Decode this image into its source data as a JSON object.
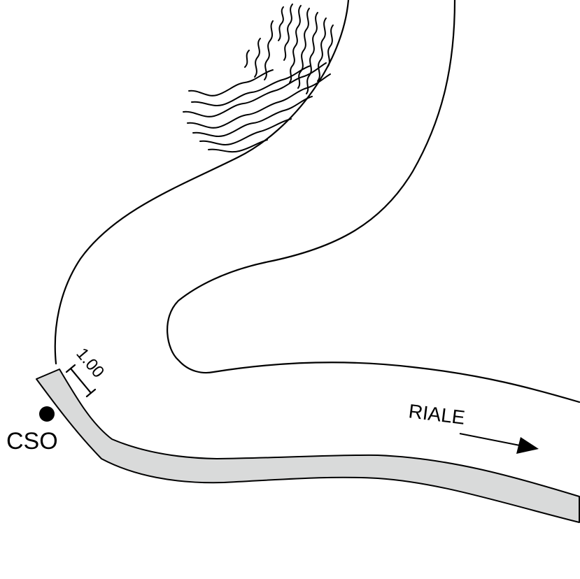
{
  "labels": {
    "stream_name": "RIALE",
    "outfall": "CSO",
    "dimension": "1.00"
  },
  "colors": {
    "line": "#000000",
    "bank_fill": "#d9dada",
    "background": "#ffffff"
  },
  "icons": [
    "outfall-point-icon",
    "flow-direction-arrow-icon",
    "vegetation-hatch-icon"
  ]
}
